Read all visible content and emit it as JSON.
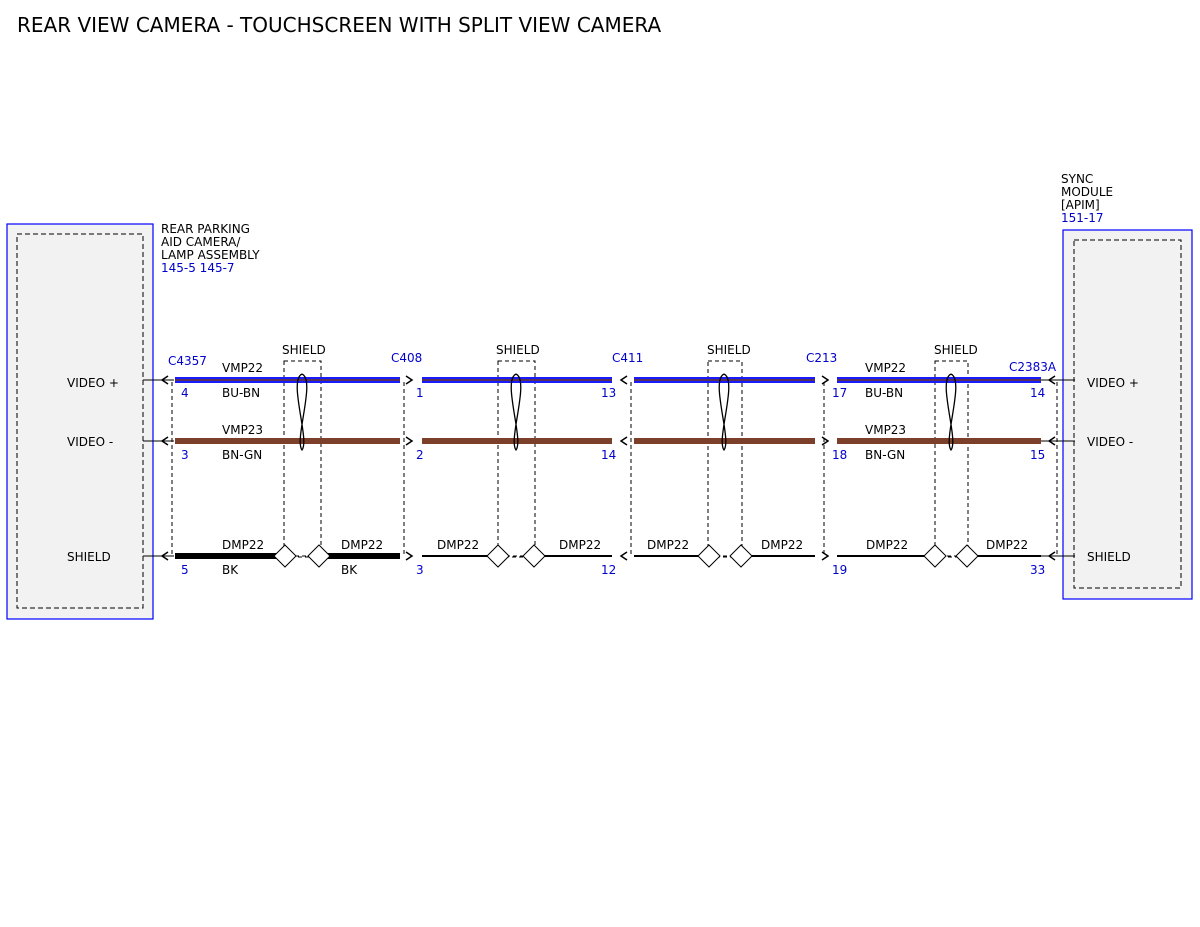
{
  "title": "REAR VIEW CAMERA - TOUCHSCREEN WITH SPLIT VIEW CAMERA",
  "colors": {
    "module_border": "#0000ff",
    "module_fill": "#f2f2f2",
    "label_blue": "#0000cc",
    "wire_blue": "#1a1aff",
    "wire_blue_stripe": "#6b3a1f",
    "wire_brown": "#7b3f2a",
    "wire_brown_stripe": "#5a8a3a",
    "wire_black": "#000000"
  },
  "left_module": {
    "name_lines": [
      "REAR PARKING",
      "AID CAMERA/",
      "LAMP ASSEMBLY"
    ],
    "ref": "145-5 145-7",
    "pins": [
      "VIDEO +",
      "VIDEO -",
      "SHIELD"
    ]
  },
  "right_module": {
    "name_lines": [
      "SYNC",
      "MODULE",
      "[APIM]"
    ],
    "ref": "151-17",
    "pins": [
      "VIDEO +",
      "VIDEO -",
      "SHIELD"
    ]
  },
  "connectors": [
    {
      "name": "C4357",
      "pins": [
        "4",
        "3",
        "5"
      ]
    },
    {
      "name": "C408",
      "pins": [
        "1",
        "2",
        "3"
      ]
    },
    {
      "name": "C411",
      "pins": [
        "13",
        "14",
        "12"
      ]
    },
    {
      "name": "C213",
      "pins": [
        "17",
        "18",
        "19"
      ]
    },
    {
      "name": "C2383A",
      "pins": [
        "14",
        "15",
        "33"
      ]
    }
  ],
  "shield_label": "SHIELD",
  "wire_labels": [
    {
      "circuit": "VMP22",
      "color": "BU-BN"
    },
    {
      "circuit": "VMP23",
      "color": "BN-GN"
    },
    {
      "circuit": "VMP22",
      "color": "BU-BN"
    },
    {
      "circuit": "VMP23",
      "color": "BN-GN"
    }
  ],
  "shield_labels": [
    {
      "circuit": "DMP22",
      "color": "BK"
    },
    {
      "circuit": "DMP22",
      "color": "BK"
    },
    {
      "circuit": "DMP22"
    },
    {
      "circuit": "DMP22"
    },
    {
      "circuit": "DMP22"
    },
    {
      "circuit": "DMP22"
    },
    {
      "circuit": "DMP22"
    },
    {
      "circuit": "DMP22"
    }
  ]
}
